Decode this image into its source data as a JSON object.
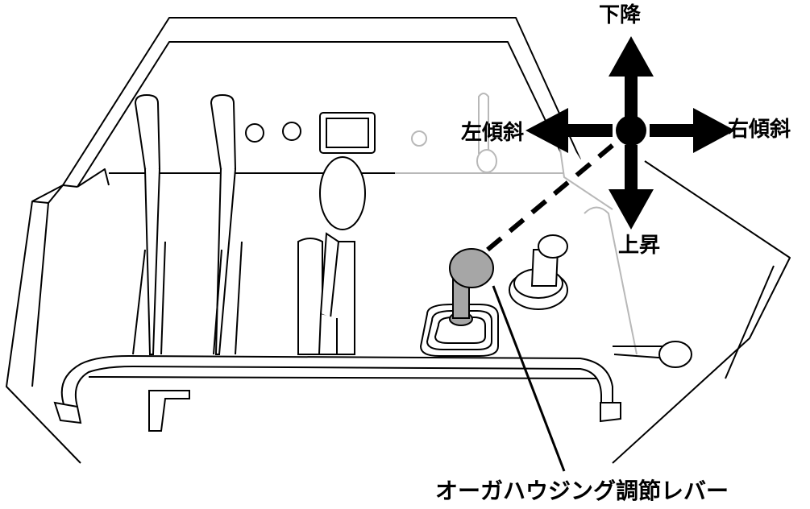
{
  "labels": {
    "down": "下降",
    "left_tilt": "左傾斜",
    "right_tilt": "右傾斜",
    "up": "上昇",
    "lever": "オーガハウジング調節レバー"
  },
  "colors": {
    "line": "#000000",
    "faded_line": "#b8b8b8",
    "knob_fill": "#a6a6a6",
    "background": "#ffffff"
  }
}
